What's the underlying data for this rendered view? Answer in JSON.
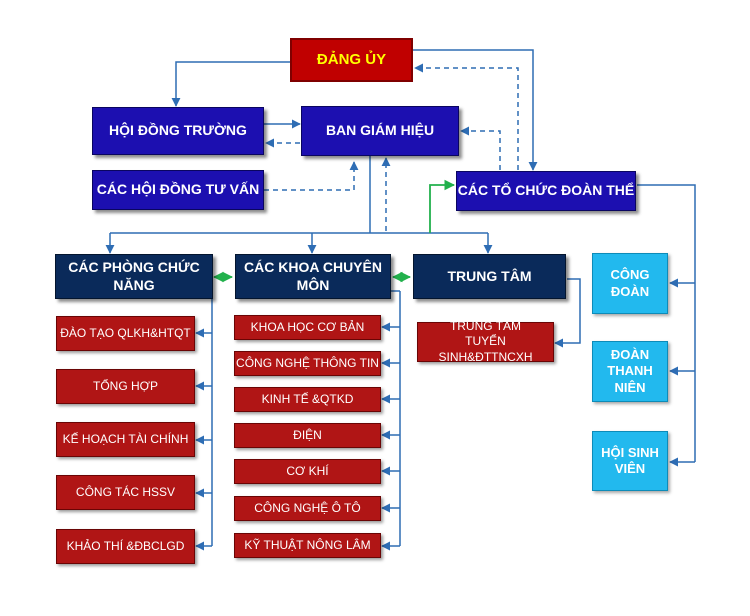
{
  "top": {
    "dang_uy": "ĐẢNG ỦY"
  },
  "leadership": {
    "hoi_dong_truong": "HỘI ĐỒNG TRƯỜNG",
    "ban_giam_hieu": "BAN GIÁM HIỆU",
    "hoi_dong_tu_van": "CÁC HỘI ĐỒNG TƯ VẤN",
    "to_chuc_doan_the": "CÁC TỔ CHỨC ĐOÀN THỂ"
  },
  "units": {
    "phong_chuc_nang": "CÁC PHÒNG CHỨC NĂNG",
    "khoa_chuyen_mon": "CÁC KHOA CHUYÊN MÔN",
    "trung_tam": "TRUNG TÂM"
  },
  "phong_items": [
    "ĐÀO TẠO QLKH&HTQT",
    "TỔNG HỢP",
    "KẾ HOẠCH TÀI CHÍNH",
    "CÔNG TÁC HSSV",
    "KHẢO THÍ &ĐBCLGD"
  ],
  "khoa_items": [
    "KHOA HỌC CƠ BẢN",
    "CÔNG NGHỆ THÔNG TIN",
    "KINH TẾ &QTKD",
    "ĐIỆN",
    "CƠ KHÍ",
    "CÔNG NGHỆ Ô TÔ",
    "KỸ THUẬT NÔNG LÂM"
  ],
  "trung_tam_items": [
    "TRUNG TÂM\nTUYỂN SINH&ĐTTNCXH"
  ],
  "doan_the_items": [
    "CÔNG\nĐOÀN",
    "ĐOÀN\nTHANH\nNIÊN",
    "HỘI SINH\nVIÊN"
  ],
  "colors": {
    "connector": "#2e6db4",
    "link_green": "#22b14c",
    "top_box": "#c00000",
    "leadership_box": "#1c0fb0",
    "unit_box": "#0a2a5a",
    "sub_box": "#b01515",
    "mass_org_box": "#22b9ee"
  }
}
